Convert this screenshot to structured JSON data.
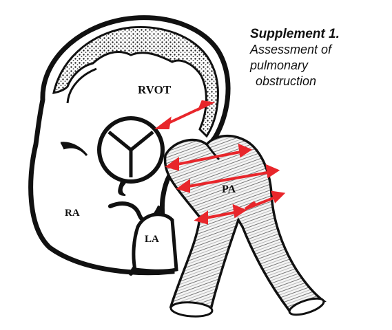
{
  "caption": {
    "title": "Supplement 1.",
    "line1": "Assessment of pulmonary",
    "line2": "obstruction"
  },
  "labels": {
    "rvot": "RVOT",
    "pa": "PA",
    "ra": "RA",
    "la": "LA"
  },
  "colors": {
    "arrow": "#e8262b",
    "ink": "#111111",
    "paper": "#ffffff"
  },
  "measurement_arrows": 5
}
